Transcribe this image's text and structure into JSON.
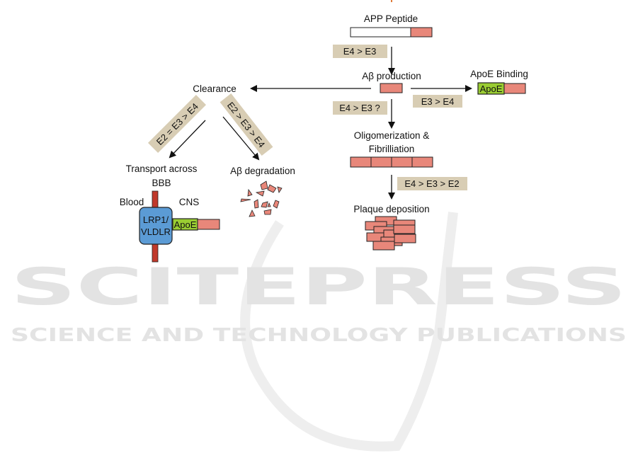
{
  "diagram": {
    "app_peptide": "APP Peptide",
    "abeta_production": "Aβ production",
    "apoe_binding": "ApoE Binding",
    "clearance": "Clearance",
    "oligomerization_line1": "Oligomerization &",
    "oligomerization_line2": "Fibrilliation",
    "plaque_deposition": "Plaque deposition",
    "transport_line1": "Transport across",
    "transport_line2": "BBB",
    "abeta_degradation": "Aβ degradation",
    "blood": "Blood",
    "cns": "CNS",
    "receptor_line1": "LRP1/",
    "receptor_line2": "VLDLR",
    "apoe": "ApoE",
    "tags": {
      "production": "E4 > E3",
      "binding": "E3 > E4",
      "oligomerization": "E4 > E3 ?",
      "plaque": "E4 > E3 > E2",
      "transport": "E2 = E3 > E4",
      "degradation": "E2 > E3 > E4"
    },
    "colors": {
      "peptide": "#e8877a",
      "apoe": "#9acd32",
      "receptor": "#5b9bd5",
      "membrane": "#c0392b",
      "tag": "#d8cdb4"
    }
  },
  "watermark": {
    "title": "SCITEPRESS",
    "subtitle": "SCIENCE AND TECHNOLOGY PUBLICATIONS"
  }
}
